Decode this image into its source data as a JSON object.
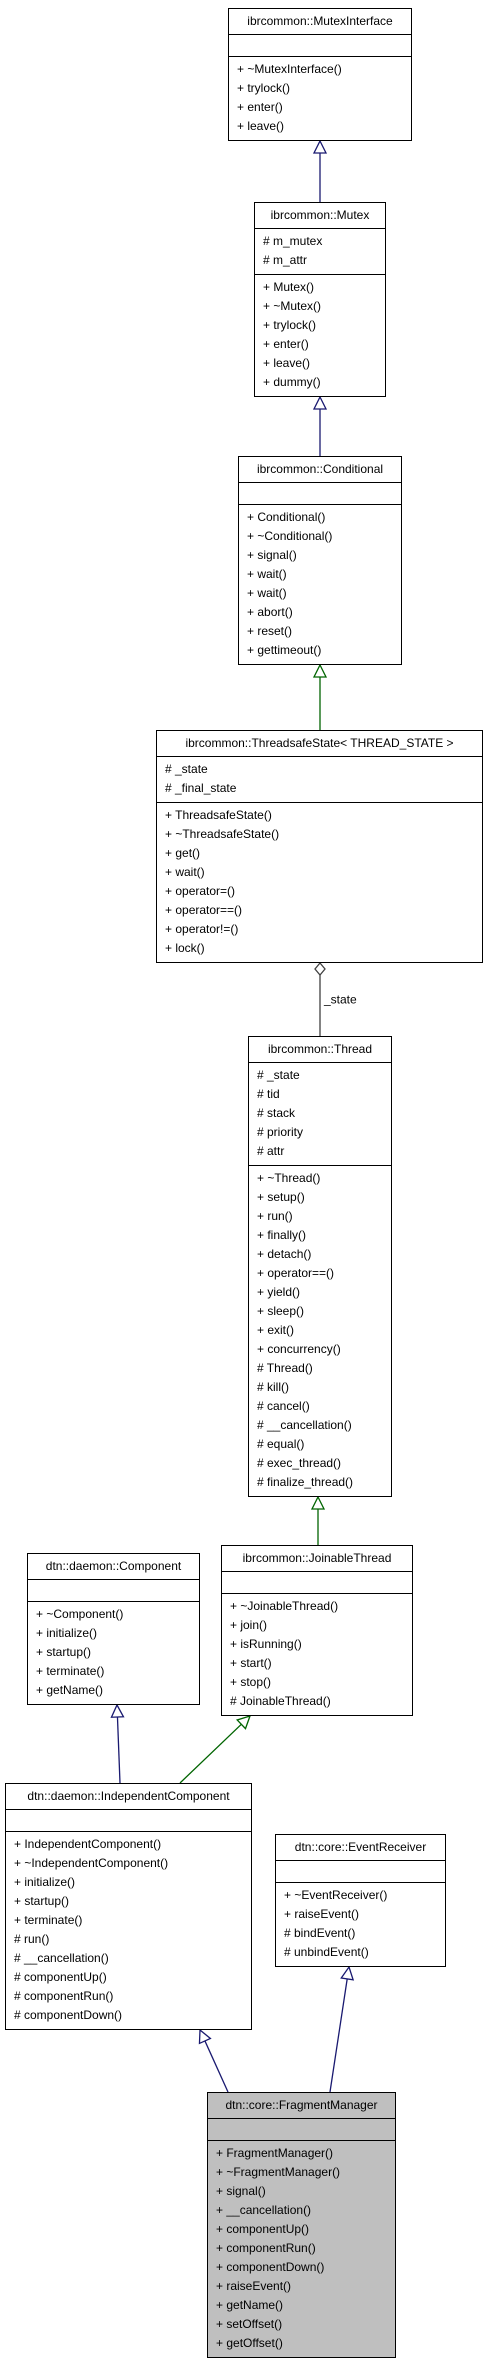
{
  "classes": {
    "mutex_interface": {
      "name": "ibrcommon::MutexInterface",
      "attributes": [],
      "methods": [
        "+ ~MutexInterface()",
        "+ trylock()",
        "+ enter()",
        "+ leave()"
      ]
    },
    "mutex": {
      "name": "ibrcommon::Mutex",
      "attributes": [
        "# m_mutex",
        "# m_attr"
      ],
      "methods": [
        "+ Mutex()",
        "+ ~Mutex()",
        "+ trylock()",
        "+ enter()",
        "+ leave()",
        "+ dummy()"
      ]
    },
    "conditional": {
      "name": "ibrcommon::Conditional",
      "attributes": [],
      "methods": [
        "+ Conditional()",
        "+ ~Conditional()",
        "+ signal()",
        "+ wait()",
        "+ wait()",
        "+ abort()",
        "+ reset()",
        "+ gettimeout()"
      ]
    },
    "threadsafe_state": {
      "name": "ibrcommon::ThreadsafeState< THREAD_STATE >",
      "attributes": [
        "# _state",
        "# _final_state"
      ],
      "methods": [
        "+ ThreadsafeState()",
        "+ ~ThreadsafeState()",
        "+ get()",
        "+ wait()",
        "+ operator=()",
        "+ operator==()",
        "+ operator!=()",
        "+ lock()"
      ]
    },
    "thread": {
      "name": "ibrcommon::Thread",
      "attributes": [
        "# _state",
        "# tid",
        "# stack",
        "# priority",
        "# attr"
      ],
      "methods": [
        "+ ~Thread()",
        "+ setup()",
        "+ run()",
        "+ finally()",
        "+ detach()",
        "+ operator==()",
        "+ yield()",
        "+ sleep()",
        "+ exit()",
        "+ concurrency()",
        "# Thread()",
        "# kill()",
        "# cancel()",
        "# __cancellation()",
        "# equal()",
        "# exec_thread()",
        "# finalize_thread()"
      ]
    },
    "component": {
      "name": "dtn::daemon::Component",
      "attributes": [],
      "methods": [
        "+ ~Component()",
        "+ initialize()",
        "+ startup()",
        "+ terminate()",
        "+ getName()"
      ]
    },
    "joinable_thread": {
      "name": "ibrcommon::JoinableThread",
      "attributes": [],
      "methods": [
        "+ ~JoinableThread()",
        "+ join()",
        "+ isRunning()",
        "+ start()",
        "+ stop()",
        "# JoinableThread()"
      ]
    },
    "independent_component": {
      "name": "dtn::daemon::IndependentComponent",
      "attributes": [],
      "methods": [
        "+ IndependentComponent()",
        "+ ~IndependentComponent()",
        "+ initialize()",
        "+ startup()",
        "+ terminate()",
        "# run()",
        "# __cancellation()",
        "# componentUp()",
        "# componentRun()",
        "# componentDown()"
      ]
    },
    "event_receiver": {
      "name": "dtn::core::EventReceiver",
      "attributes": [],
      "methods": [
        "+ ~EventReceiver()",
        "+ raiseEvent()",
        "# bindEvent()",
        "# unbindEvent()"
      ]
    },
    "fragment_manager": {
      "name": "dtn::core::FragmentManager",
      "attributes": [],
      "methods": [
        "+ FragmentManager()",
        "+ ~FragmentManager()",
        "+ signal()",
        "+ __cancellation()",
        "+ componentUp()",
        "+ componentRun()",
        "+ componentDown()",
        "+ raiseEvent()",
        "+ getName()",
        "+ setOffset()",
        "+ getOffset()"
      ]
    }
  },
  "edges": [
    {
      "from": "mutex",
      "to": "mutex_interface",
      "kind": "inherit",
      "color": "#191970"
    },
    {
      "from": "conditional",
      "to": "mutex",
      "kind": "inherit",
      "color": "#191970"
    },
    {
      "from": "threadsafe_state",
      "to": "conditional",
      "kind": "inherit",
      "color": "#006400"
    },
    {
      "from": "thread",
      "to": "threadsafe_state",
      "kind": "usage",
      "color": "#404040",
      "label": "_state"
    },
    {
      "from": "joinable_thread",
      "to": "thread",
      "kind": "inherit",
      "color": "#006400"
    },
    {
      "from": "independent_component",
      "to": "component",
      "kind": "inherit",
      "color": "#191970"
    },
    {
      "from": "independent_component",
      "to": "joinable_thread",
      "kind": "inherit",
      "color": "#006400"
    },
    {
      "from": "fragment_manager",
      "to": "independent_component",
      "kind": "inherit",
      "color": "#191970"
    },
    {
      "from": "fragment_manager",
      "to": "event_receiver",
      "kind": "inherit",
      "color": "#191970"
    }
  ],
  "colors": {
    "highlight_fill": "#bfbfbf",
    "public_inheritance": "#191970",
    "protected_inheritance": "#006400",
    "usage": "#404040"
  }
}
